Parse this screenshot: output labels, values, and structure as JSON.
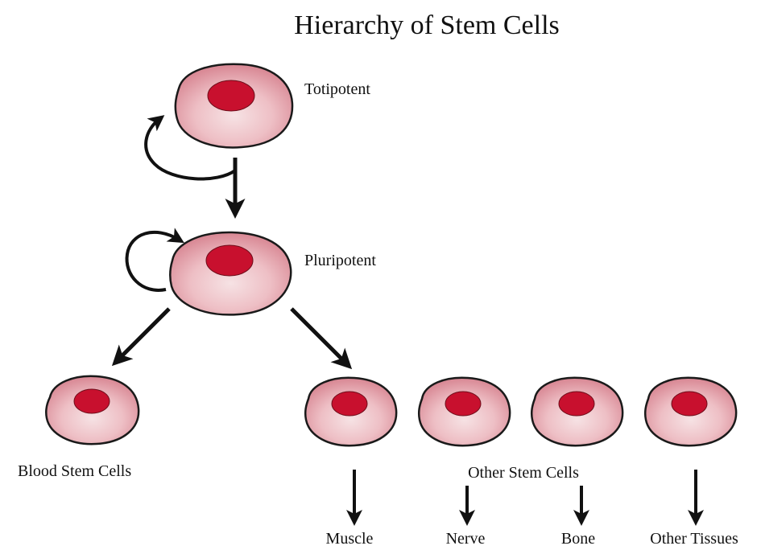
{
  "title": "Hierarchy of Stem Cells",
  "labels": {
    "totipotent": "Totipotent",
    "pluripotent": "Pluripotent",
    "blood_stem_cells": "Blood Stem Cells",
    "other_stem_cells": "Other Stem Cells",
    "muscle": "Muscle",
    "nerve": "Nerve",
    "bone": "Bone",
    "other_tissues": "Other Tissues"
  },
  "colors": {
    "cell_body": "#e6a7b0",
    "cell_highlight": "#f6e2e4",
    "cell_outline": "#1a1a1a",
    "nucleus": "#c8102e",
    "arrow": "#111111"
  }
}
